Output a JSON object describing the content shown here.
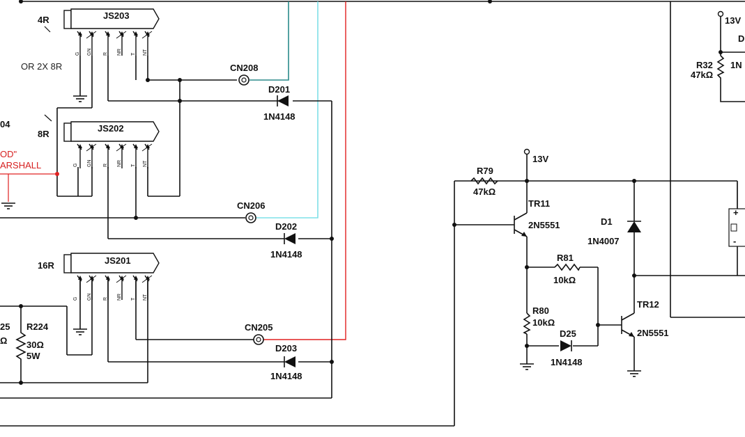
{
  "jacks": [
    {
      "ref": "JS203",
      "imp": "4R",
      "pins": [
        "G",
        "GN",
        "R",
        "NR",
        "T",
        "NT"
      ],
      "note": "OR 2X 8R"
    },
    {
      "ref": "JS202",
      "imp": "8R",
      "pins": [
        "G",
        "GN",
        "R",
        "NR",
        "T",
        "NT"
      ]
    },
    {
      "ref": "JS201",
      "imp": "16R",
      "pins": [
        "G",
        "GN",
        "R",
        "NR",
        "T",
        "NT"
      ]
    }
  ],
  "connectors": {
    "cn208": "CN208",
    "cn206": "CN206",
    "cn205": "CN205"
  },
  "diodes": [
    {
      "ref": "D201",
      "value": "1N4148"
    },
    {
      "ref": "D202",
      "value": "1N4148"
    },
    {
      "ref": "D203",
      "value": "1N4148"
    },
    {
      "ref": "D25",
      "value": "1N4148"
    },
    {
      "ref": "D1",
      "value": "1N4007"
    }
  ],
  "partial_left": {
    "top": "04",
    "red1": "OD\"",
    "red2": "ARSHALL",
    "r225": "25",
    "r225_val": "Ω"
  },
  "r224": {
    "ref": "R224",
    "value": "30Ω",
    "power": "5W"
  },
  "supply": "13V",
  "r79": {
    "ref": "R79",
    "value": "47kΩ"
  },
  "tr11": {
    "ref": "TR11",
    "part": "2N5551"
  },
  "r81": {
    "ref": "R81",
    "value": "10kΩ"
  },
  "r80": {
    "ref": "R80",
    "value": "10kΩ"
  },
  "tr12": {
    "ref": "TR12",
    "part": "2N5551"
  },
  "right_partial": {
    "supply": "13V",
    "r32": "R32",
    "r32_val": "47kΩ",
    "partial_label": "1N",
    "d_partial": "D",
    "plus": "+",
    "minus": "-"
  }
}
